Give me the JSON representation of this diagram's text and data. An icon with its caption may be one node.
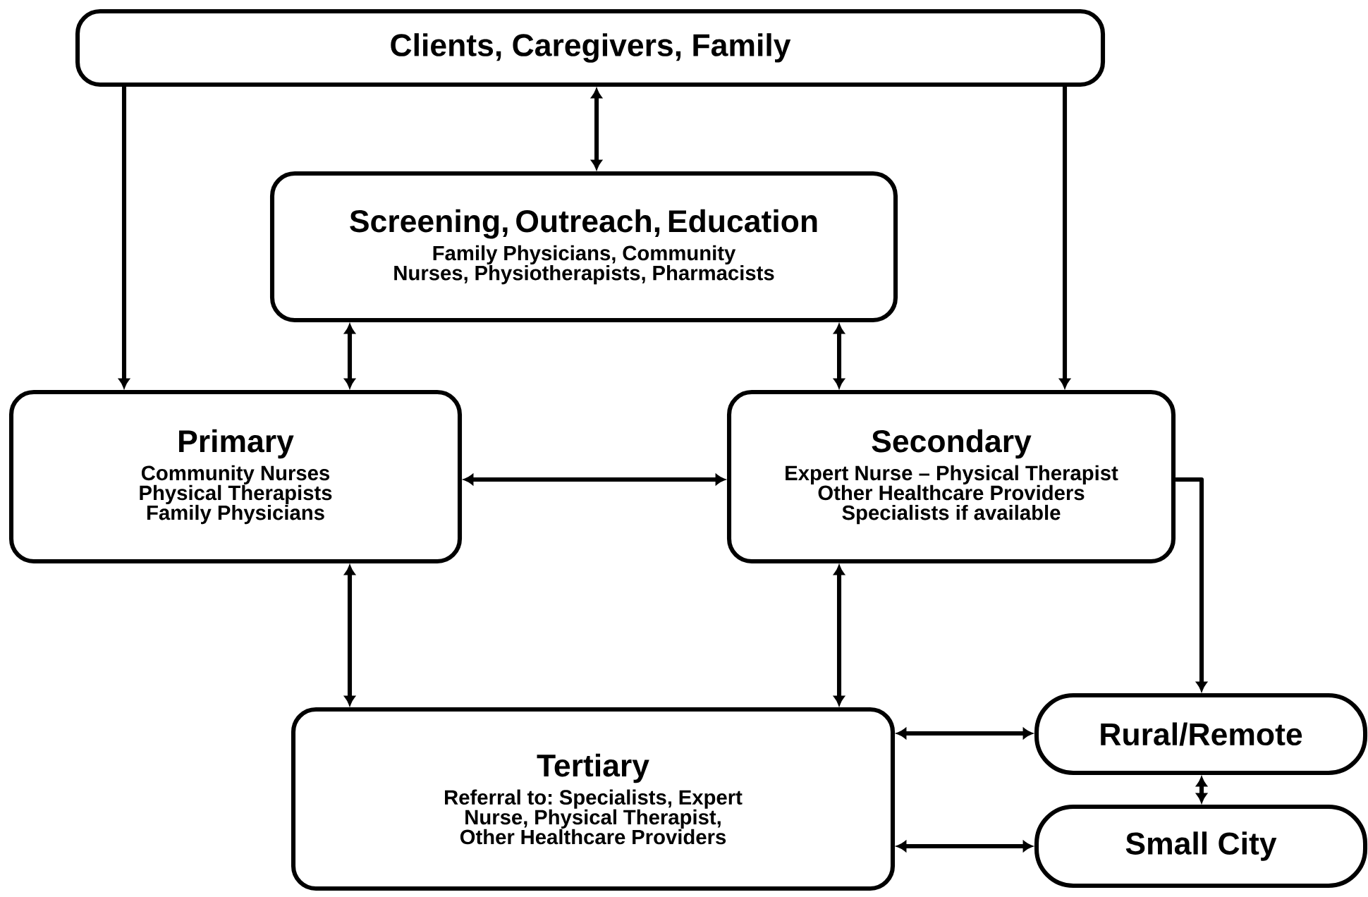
{
  "diagram": {
    "nodes": [
      {
        "text": [
          "Clients, Caregivers, Family"
        ]
      },
      {
        "text": [
          "Screening, Outreach, Education",
          "Family Physicians, Community Nurses, Physiotherapists, Pharmacists"
        ]
      },
      {
        "text": [
          "Primary",
          "Community Nurses",
          "Physical Therapists",
          "Family Physicians"
        ]
      },
      {
        "text": [
          "Secondary",
          "Expert Nurse – Physical Therapist",
          "Other Healthcare Providers",
          "Specialists if available"
        ]
      },
      {
        "text": [
          "Tertiary",
          "Referral to: Specialists, Expert Nurse, Physical Therapist, Other Healthcare Providers"
        ]
      },
      {
        "text": [
          "Rural/Remote"
        ]
      },
      {
        "text": [
          "Small City"
        ]
      }
    ],
    "edges": [
      {
        "from": 0,
        "to": 2,
        "arrow": "to"
      },
      {
        "from": 0,
        "to": 1,
        "arrow": "both"
      },
      {
        "from": 0,
        "to": 3,
        "arrow": "to"
      },
      {
        "from": 1,
        "to": 2,
        "arrow": "both"
      },
      {
        "from": 1,
        "to": 3,
        "arrow": "both"
      },
      {
        "from": 2,
        "to": 3,
        "arrow": "both"
      },
      {
        "from": 2,
        "to": 4,
        "arrow": "both"
      },
      {
        "from": 3,
        "to": 4,
        "arrow": "both"
      },
      {
        "from": 3,
        "to": 5,
        "arrow": "to"
      },
      {
        "from": 4,
        "to": 5,
        "arrow": "both"
      },
      {
        "from": 4,
        "to": 6,
        "arrow": "both"
      },
      {
        "from": 5,
        "to": 6,
        "arrow": "both"
      }
    ]
  }
}
